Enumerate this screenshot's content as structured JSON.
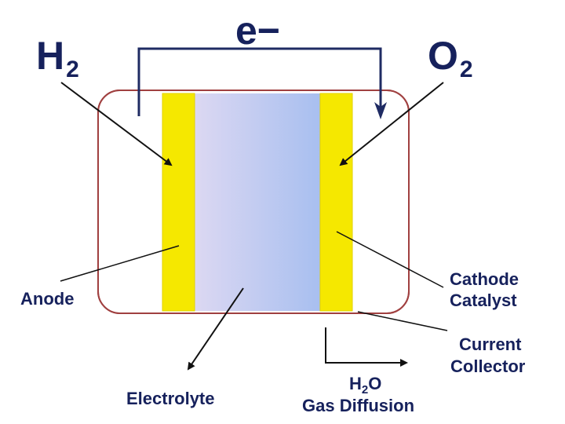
{
  "labels": {
    "electron": "e−",
    "hydrogen": {
      "main": "H",
      "sub": "2"
    },
    "oxygen": {
      "main": "O",
      "sub": "2"
    },
    "anode": "Anode",
    "cathode_catalyst": [
      "Cathode",
      "Catalyst"
    ],
    "current_collector": [
      "Current",
      "Collector"
    ],
    "electrolyte": "Electrolyte",
    "water": {
      "main": "H",
      "sub": "2",
      "rest": "O"
    },
    "gas_diffusion": "Gas Diffusion"
  },
  "colors": {
    "text": "#16215c",
    "cell_border": "#a04040",
    "electrode": "#f5e800",
    "electrode_edge": "#e2d200",
    "electrolyte_left": "#dcd8f2",
    "electrolyte_right": "#a8bff0",
    "arrow": "#111111",
    "circuit": "#1f2b63"
  }
}
